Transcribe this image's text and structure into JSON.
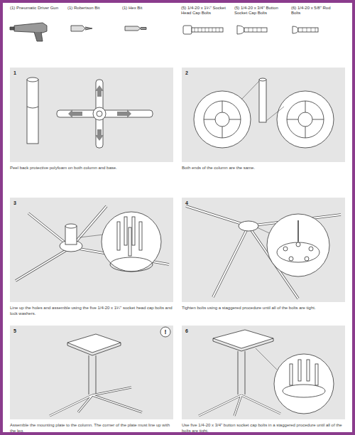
{
  "diagram": {
    "nodes": [
      {
        "text": [
          "1",
          "Peel back protective polyfoam on both column and base."
        ]
      },
      {
        "text": [
          "2",
          "Both ends of the column are the same."
        ]
      },
      {
        "text": [
          "3",
          "Line up the holes and assemble using the five 1/4-20 x 1¼\" socket head cap bolts and lock washers."
        ]
      },
      {
        "text": [
          "4",
          "Tighten bolts using a staggered procedure until all of the bolts are tight."
        ]
      },
      {
        "text": [
          "5",
          "Assemble the mounting plate to the column. The corner of the plate must line up with the leg."
        ]
      },
      {
        "text": [
          "6",
          "Use five 1/4-20 x 3/4\" button socket cap bolts in a staggered procedure until all of the bolts are tight."
        ]
      }
    ],
    "labels": [
      "(1) Pneumatic Driver Gun",
      "(1) Robertson Bit",
      "(1) Hex Bit",
      "(5) 1/4-20 x 1¼\" Socket Head Cap Bolts",
      "(5) 1/4-20 x 3/4\" Button Socket Cap Bolts",
      "(6) 1/4-20 x 5/8\" Rod Bolts",
      "!"
    ]
  }
}
